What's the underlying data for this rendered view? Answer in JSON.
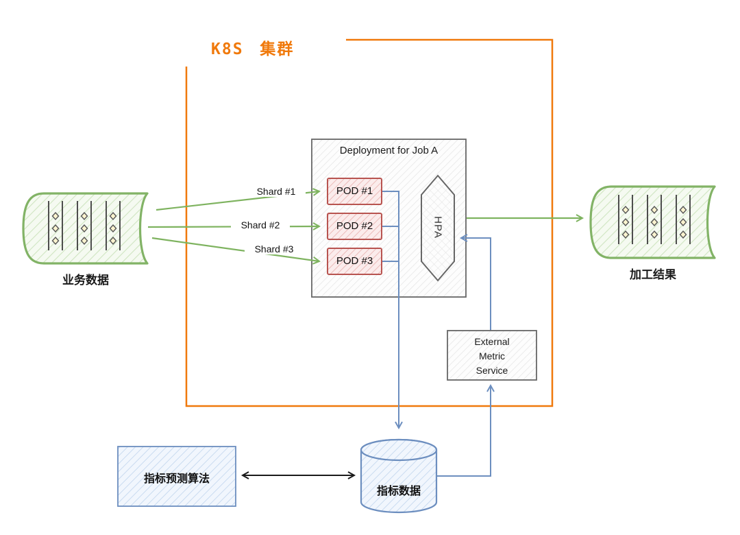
{
  "cluster": {
    "title": "K8S 集群"
  },
  "deployment": {
    "title": "Deployment for Job A",
    "pods": [
      {
        "label": "POD #1"
      },
      {
        "label": "POD #2"
      },
      {
        "label": "POD #3"
      }
    ],
    "hpa": {
      "label": "HPA"
    }
  },
  "shards": [
    {
      "label": "Shard #1"
    },
    {
      "label": "Shard #2"
    },
    {
      "label": "Shard #3"
    }
  ],
  "source_store": {
    "label": "业务数据"
  },
  "result_store": {
    "label": "加工结果"
  },
  "external_metric_service": {
    "lines": [
      "External",
      "Metric",
      "Service"
    ]
  },
  "metrics_store": {
    "label": "指标数据"
  },
  "predictor": {
    "label": "指标预测算法"
  },
  "colors": {
    "cluster_border": "#f0790b",
    "data_flow_green": "#7eb35f",
    "queue_border_green": "#82b366",
    "pod_red": "#b85450",
    "metric_blue": "#6c8ebf",
    "box_gray": "#666666",
    "link_black": "#1a1a1a"
  }
}
